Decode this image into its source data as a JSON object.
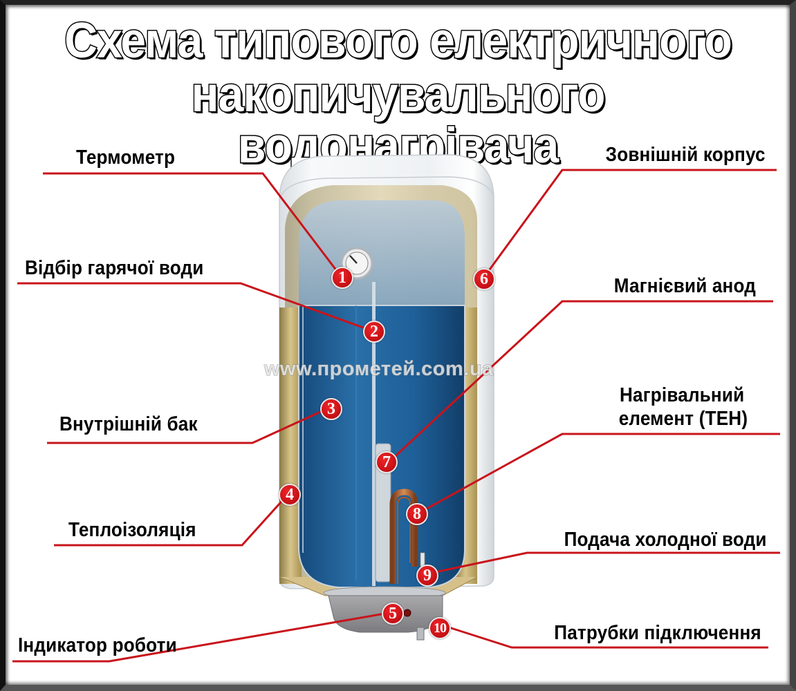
{
  "title": {
    "line1": "Схема типового електричного",
    "line2": "накопичувального водонагрівача"
  },
  "watermark": "www.прометей.com.ua",
  "colors": {
    "leader_line": "#c8141b",
    "marker_fill": "#d4161c",
    "tank_blue": "#1f5f9a",
    "insulation": "#c8b070",
    "casing": "#eef1f3"
  },
  "components": [
    {
      "number": "1",
      "label": "Термометр"
    },
    {
      "number": "2",
      "label": "Відбір гарячої води"
    },
    {
      "number": "3",
      "label": "Внутрішній бак"
    },
    {
      "number": "4",
      "label": "Теплоізоляція"
    },
    {
      "number": "5",
      "label": "Індикатор роботи"
    },
    {
      "number": "6",
      "label": "Зовнішній корпус"
    },
    {
      "number": "7",
      "label": "Магнієвий анод"
    },
    {
      "number": "8",
      "label_line1": "Нагрівальний",
      "label_line2": "елемент (ТЕН)"
    },
    {
      "number": "9",
      "label": "Подача холодної води"
    },
    {
      "number": "10",
      "label": "Патрубки підключення"
    }
  ]
}
